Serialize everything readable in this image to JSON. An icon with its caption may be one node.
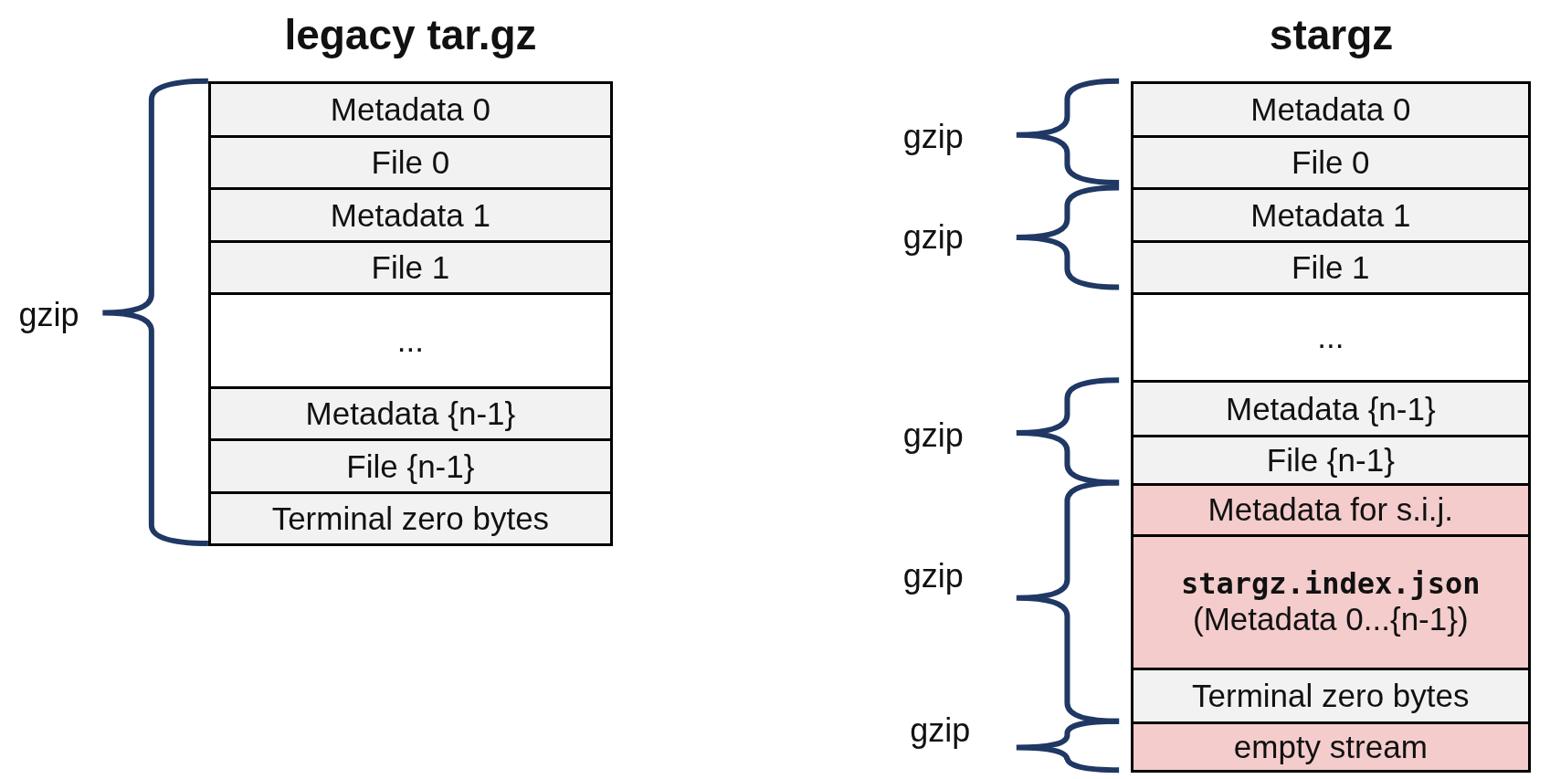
{
  "diagram": {
    "nodes": [
      {
        "text": [
          "Metadata 0"
        ]
      },
      {
        "text": [
          "File 0"
        ]
      },
      {
        "text": [
          "Metadata 1"
        ]
      },
      {
        "text": [
          "File 1"
        ]
      },
      {
        "text": [
          "..."
        ]
      },
      {
        "text": [
          "Metadata {n-1}"
        ]
      },
      {
        "text": [
          "File {n-1}"
        ]
      },
      {
        "text": [
          "Terminal zero bytes"
        ]
      },
      {
        "text": [
          "Metadata 0"
        ]
      },
      {
        "text": [
          "File 0"
        ]
      },
      {
        "text": [
          "Metadata 1"
        ]
      },
      {
        "text": [
          "File 1"
        ]
      },
      {
        "text": [
          "..."
        ]
      },
      {
        "text": [
          "Metadata {n-1}"
        ]
      },
      {
        "text": [
          "File {n-1}"
        ]
      },
      {
        "text": [
          "Metadata for s.i.j."
        ]
      },
      {
        "text": [
          "stargz.index.json",
          "(Metadata 0...{n-1})"
        ]
      },
      {
        "text": [
          "Terminal zero bytes"
        ]
      },
      {
        "text": [
          "empty stream"
        ]
      }
    ],
    "edges": [],
    "labels": [
      "legacy tar.gz",
      "stargz",
      "gzip",
      "gzip",
      "gzip",
      "gzip",
      "gzip",
      "gzip"
    ]
  }
}
